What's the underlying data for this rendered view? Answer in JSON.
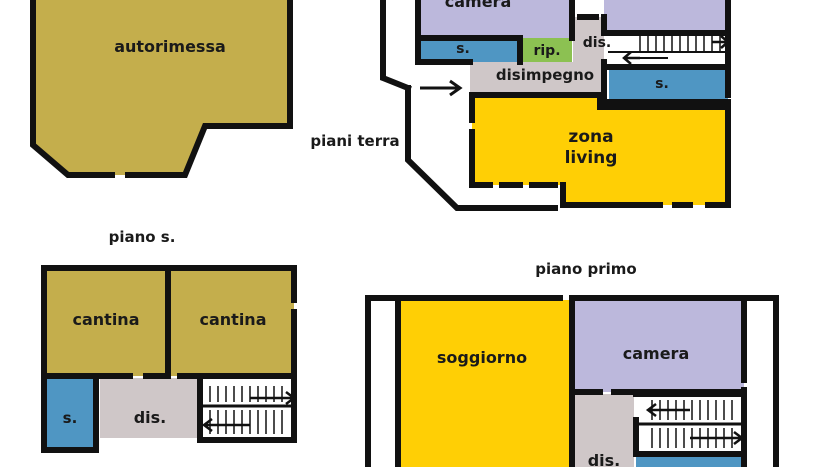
{
  "colors": {
    "garage": "#C4AE4C",
    "cellar": "#C4AE4C",
    "bedroom": "#BCB8DC",
    "bath": "#4F96C3",
    "storage": "#8CC152",
    "hall": "#CFC7C8",
    "living": "#FFCF05",
    "wall": "#111111"
  },
  "floors": {
    "ground": {
      "title": "piani terra"
    },
    "basement": {
      "title": "piano s."
    },
    "first": {
      "title": "piano primo"
    }
  },
  "rooms": {
    "garage": "autorimessa",
    "ground_bedroom": "camera",
    "ground_bath_left": "s.",
    "ground_storage": "rip.",
    "ground_dis": "dis.",
    "ground_hall": "disimpegno",
    "ground_bath_right": "s.",
    "living_line1": "zona",
    "living_line2": "living",
    "cellar_left": "cantina",
    "cellar_right": "cantina",
    "basement_bath": "s.",
    "basement_dis": "dis.",
    "first_living": "soggiorno",
    "first_bedroom": "camera",
    "first_dis": "dis."
  }
}
